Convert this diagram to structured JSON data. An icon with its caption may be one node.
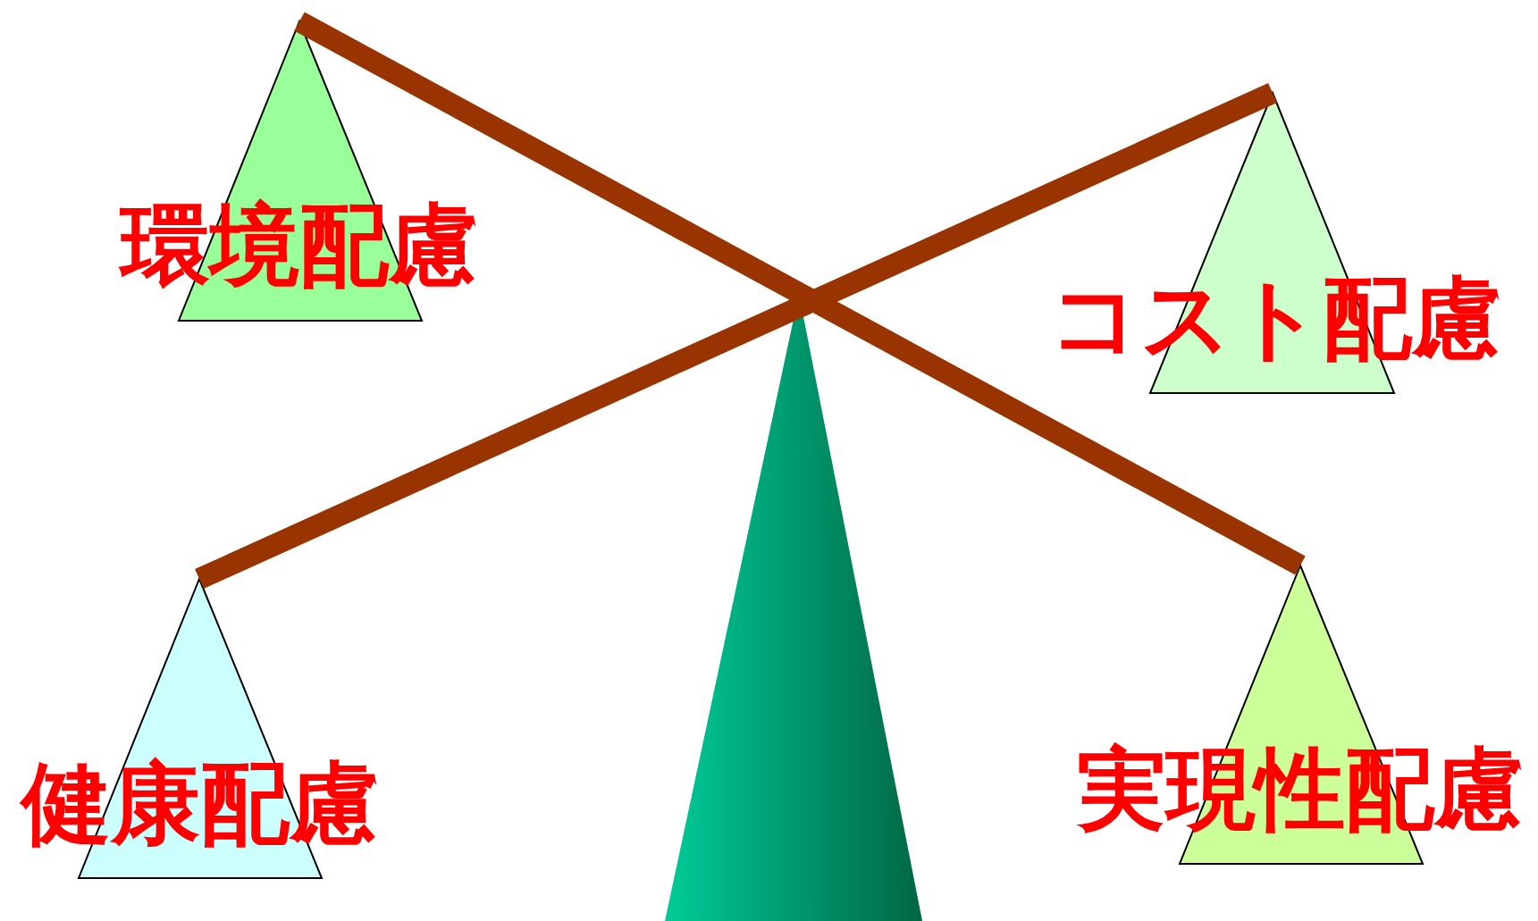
{
  "diagram": {
    "nodes": [
      {
        "text": [
          "環境配慮"
        ]
      },
      {
        "text": [
          "コスト配慮"
        ]
      },
      {
        "text": [
          "健康配慮"
        ]
      },
      {
        "text": [
          "実現性配慮"
        ]
      }
    ],
    "edges": [
      {
        "from": 0,
        "to": 3,
        "arrow": "none"
      },
      {
        "from": 1,
        "to": 2,
        "arrow": "none"
      }
    ]
  }
}
